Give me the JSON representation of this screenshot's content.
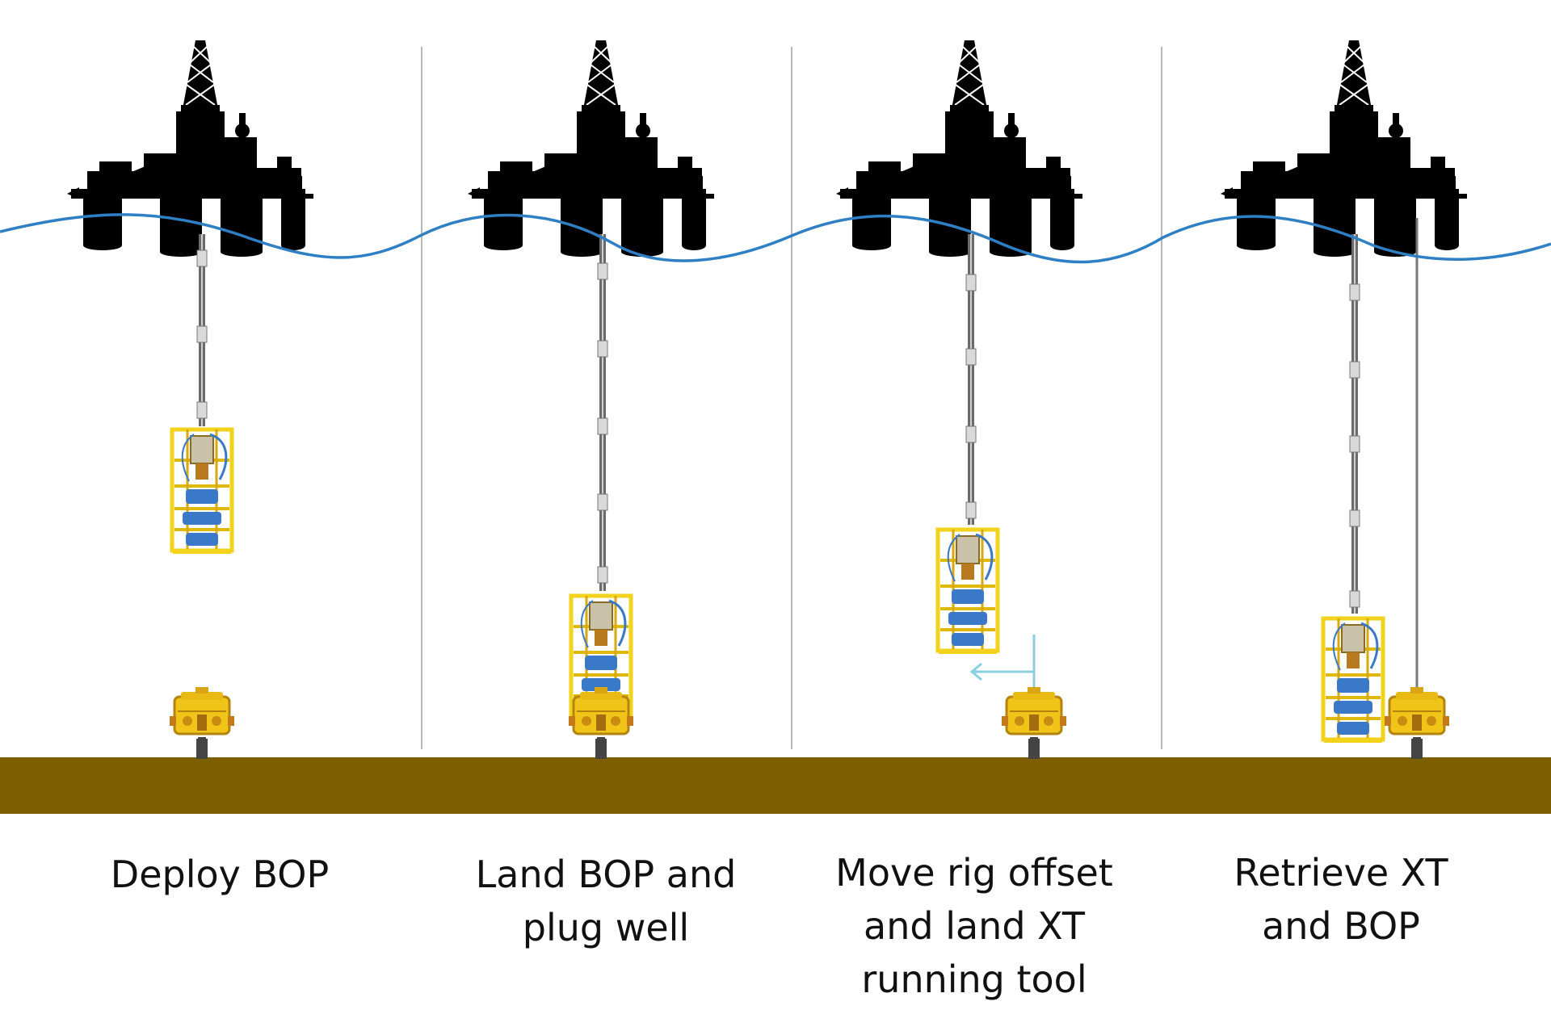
{
  "colors": {
    "background": "#ffffff",
    "seabed": "#7d5f00",
    "sea_surface": "#2e7fc4",
    "rig": "#000000",
    "riser": "#6b6b6b",
    "bop_frame": "#f2d21a",
    "bop_valves": "#3a78c8",
    "divider": "#b8b8b8",
    "offset_arrow": "#8ccfe0"
  },
  "panels": [
    {
      "caption_lines": [
        "Deploy BOP"
      ]
    },
    {
      "caption_lines": [
        "Land BOP and",
        "plug well"
      ]
    },
    {
      "caption_lines": [
        "Move rig offset",
        "and land XT",
        "running tool"
      ]
    },
    {
      "caption_lines": [
        "Retrieve XT",
        "and BOP"
      ]
    }
  ]
}
